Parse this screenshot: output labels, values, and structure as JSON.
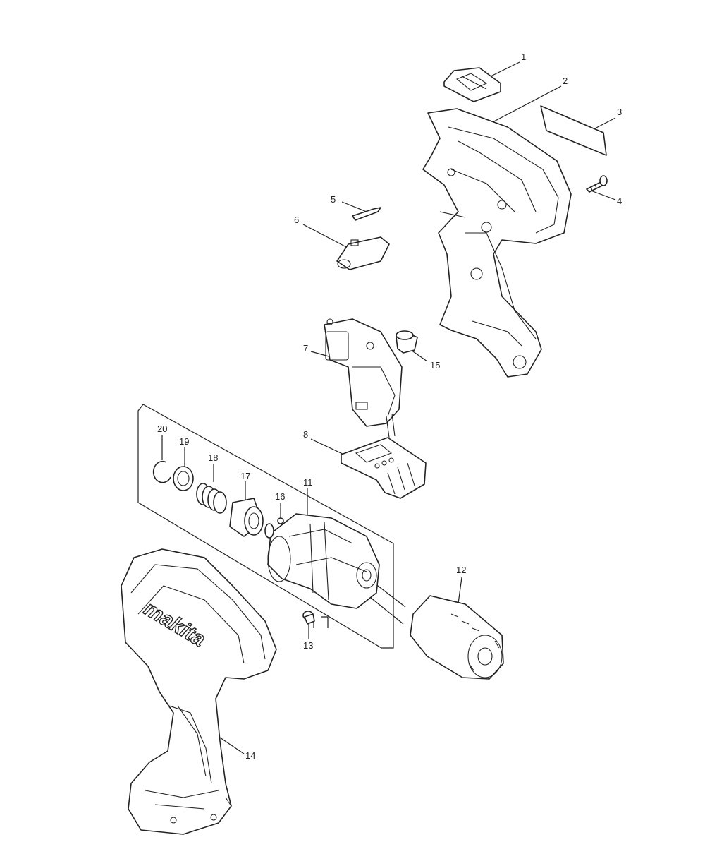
{
  "parts": {
    "p1": "1",
    "p2": "2",
    "p3": "3",
    "p4": "4",
    "p5": "5",
    "p6": "6",
    "p7": "7",
    "p8": "8",
    "p11": "11",
    "p12": "12",
    "p13": "13",
    "p14": "14",
    "p15": "15",
    "p16": "16",
    "p17": "17",
    "p18": "18",
    "p19": "19",
    "p20": "20"
  },
  "housing": {
    "brand_text": "makita"
  }
}
